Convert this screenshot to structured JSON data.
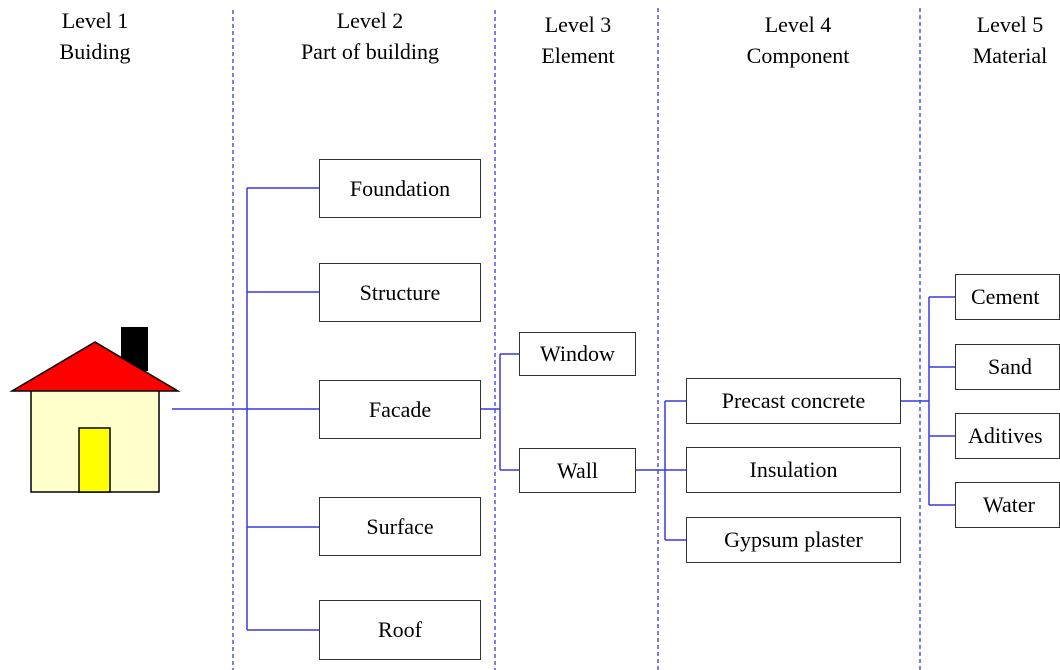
{
  "levels": [
    {
      "title": "Level 1",
      "subtitle": "Buiding"
    },
    {
      "title": "Level 2",
      "subtitle": "Part of building"
    },
    {
      "title": "Level 3",
      "subtitle": "Element"
    },
    {
      "title": "Level 4",
      "subtitle": "Component"
    },
    {
      "title": "Level 5",
      "subtitle": "Material"
    }
  ],
  "nodes": {
    "foundation": "Foundation",
    "structure": "Structure",
    "facade": "Facade",
    "surface": "Surface",
    "roof": "Roof",
    "window": "Window",
    "wall": "Wall",
    "precast_concrete": "Precast concrete",
    "insulation": "Insulation",
    "gypsum_plaster": "Gypsum plaster",
    "cement": "Cement",
    "sand": "Sand",
    "aditives": "Aditives",
    "water": "Water"
  },
  "colors": {
    "connector": "#3a3adf",
    "divider": "#3a3adf",
    "roof": "#ff0000",
    "house_wall": "#ffffcc",
    "door": "#ffff00",
    "chimney": "#000000"
  },
  "icon": "house-icon"
}
